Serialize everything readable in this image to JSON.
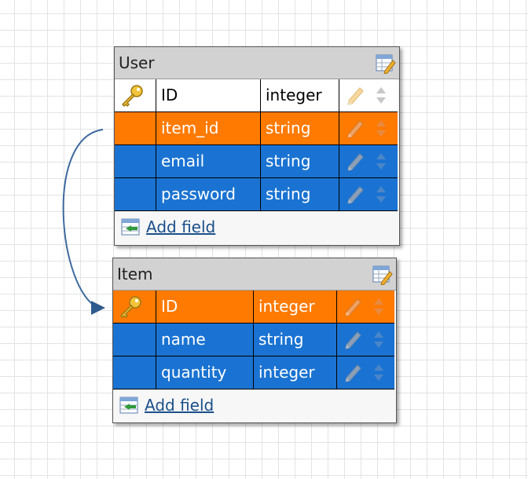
{
  "entities": {
    "user": {
      "title": "User",
      "fields": [
        {
          "name": "ID",
          "type": "integer"
        },
        {
          "name": "item_id",
          "type": "string"
        },
        {
          "name": "email",
          "type": "string"
        },
        {
          "name": "password",
          "type": "string"
        }
      ],
      "add_field_label": "Add field"
    },
    "item": {
      "title": "Item",
      "fields": [
        {
          "name": "ID",
          "type": "integer"
        },
        {
          "name": "name",
          "type": "string"
        },
        {
          "name": "quantity",
          "type": "integer"
        }
      ],
      "add_field_label": "Add field"
    }
  },
  "colors": {
    "highlight_row": "#fe7a00",
    "field_row": "#1a73d2",
    "relation_line": "#3e6a9e",
    "link": "#1b4f8a"
  },
  "icons": [
    "key-icon",
    "pencil-icon",
    "reorder-arrows-icon",
    "edit-table-icon",
    "add-field-icon"
  ]
}
